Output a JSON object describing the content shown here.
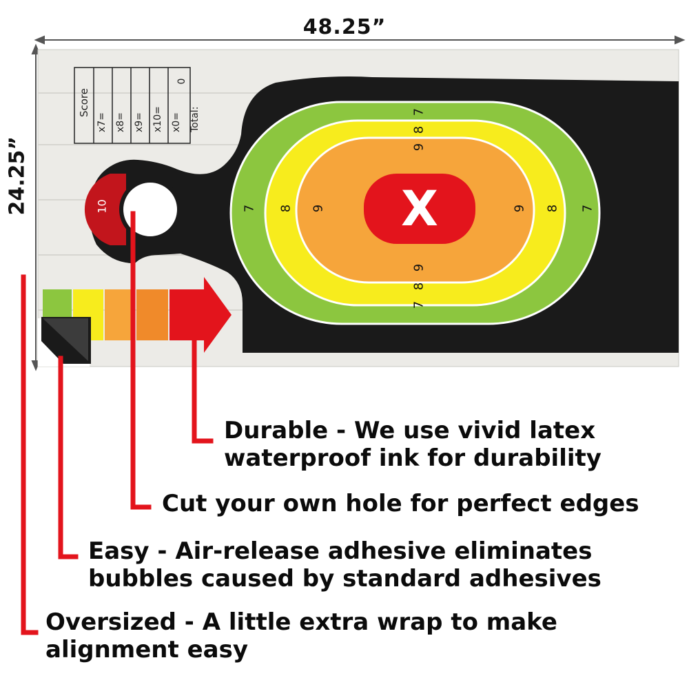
{
  "dimensions": {
    "width_label": "48.25”",
    "height_label": "24.25”"
  },
  "scorecard": {
    "header": "Score",
    "rows": [
      "x7=",
      "x8=",
      "x9=",
      "x10=",
      "x0=",
      "Total:"
    ],
    "zero_value": "0"
  },
  "target": {
    "hole_ring_value": "10",
    "ring_values": {
      "outer": "7",
      "middle": "8",
      "inner": "9"
    },
    "center_mark": "X"
  },
  "callouts": [
    {
      "text_line1": "Durable - We use vivid latex",
      "text_line2": "waterproof ink for durability"
    },
    {
      "text_line1": "Cut your own hole for perfect edges",
      "text_line2": ""
    },
    {
      "text_line1": "Easy - Air-release adhesive eliminates",
      "text_line2": "bubbles caused by standard adhesives"
    },
    {
      "text_line1": "Oversized - A little extra wrap to make",
      "text_line2": "alignment easy"
    }
  ],
  "colors": {
    "accent_red": "#e3141c",
    "ring_green": "#8cc63f",
    "ring_yellow": "#f7ec1d",
    "ring_orange": "#f6a53b",
    "center_red": "#e3141c",
    "silhouette": "#1a1a1a",
    "board_wood": "#ecebe7"
  }
}
